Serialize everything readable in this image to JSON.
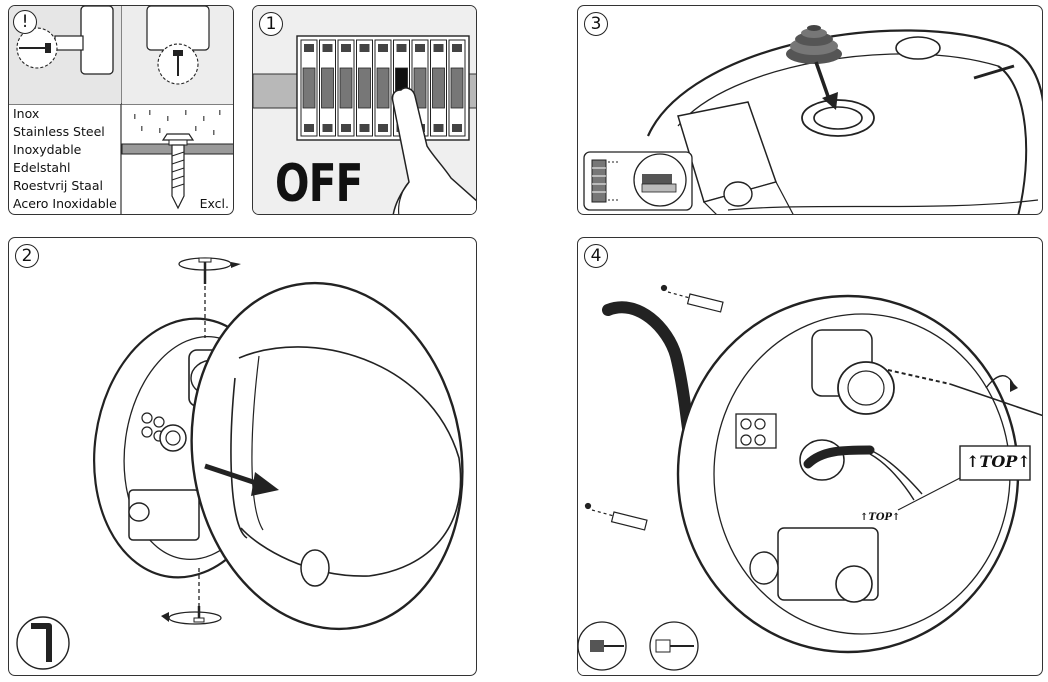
{
  "warning_panel": {
    "warning_symbol": "!",
    "materials": [
      "Inox",
      "Stainless Steel",
      "Inoxydable",
      "Edelstahl",
      "Roestvrij Staal",
      "Acero Inoxidable"
    ],
    "excl_label": "Excl."
  },
  "step1": {
    "number": "1",
    "text": "OFF"
  },
  "step2": {
    "number": "2"
  },
  "step3": {
    "number": "3"
  },
  "step4": {
    "number": "4",
    "top_label_large": "↑TOP↑",
    "top_label_small": "↑TOP↑"
  }
}
